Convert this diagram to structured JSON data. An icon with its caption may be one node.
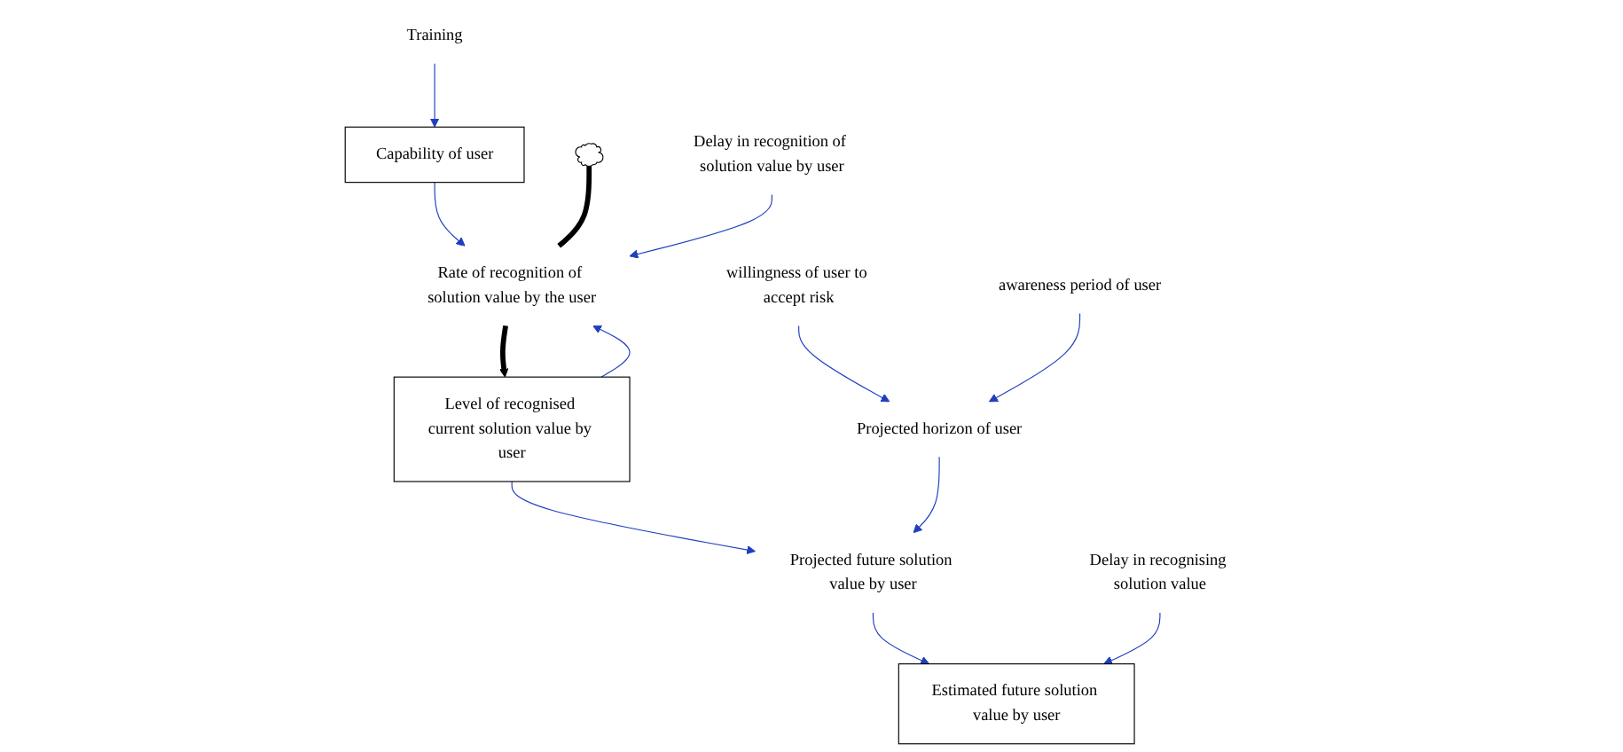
{
  "diagram": {
    "nodes": [
      {
        "text": [
          "Training"
        ]
      },
      {
        "text": [
          "Capability of user"
        ]
      },
      {
        "text": [],
        "shape": "cloud"
      },
      {
        "text": [
          "Rate of recognition of solution value by the user"
        ]
      },
      {
        "text": [
          "Delay in recognition of solution value by user"
        ]
      },
      {
        "text": [
          "Level of recognised current solution value by user"
        ]
      },
      {
        "text": [
          "Projected horizon of user"
        ]
      },
      {
        "text": [
          "Projected future solution value by user"
        ]
      },
      {
        "text": [
          "willingness of user to accept risk"
        ]
      },
      {
        "text": [
          "awareness period of user"
        ]
      },
      {
        "text": [
          "Estimated future solution value by user"
        ]
      },
      {
        "text": [
          "Delay in recognising solution value"
        ]
      }
    ],
    "edges": [
      {
        "from": 0,
        "to": 1,
        "arrow": "to"
      },
      {
        "from": 1,
        "to": 3,
        "arrow": "to"
      },
      {
        "from": 2,
        "to": 3,
        "arrow": "none",
        "style": "thick",
        "color": "#000000"
      },
      {
        "from": 3,
        "to": 5,
        "arrow": "to",
        "style": "thick",
        "color": "#000000"
      },
      {
        "from": 4,
        "to": 3,
        "arrow": "to"
      },
      {
        "from": 5,
        "to": 3,
        "arrow": "to"
      },
      {
        "from": 5,
        "to": 7,
        "arrow": "to"
      },
      {
        "from": 6,
        "to": 7,
        "arrow": "to"
      },
      {
        "from": 8,
        "to": 6,
        "arrow": "to"
      },
      {
        "from": 9,
        "to": 6,
        "arrow": "to"
      },
      {
        "from": 7,
        "to": 10,
        "arrow": "to"
      },
      {
        "from": 11,
        "to": 10,
        "arrow": "to"
      }
    ]
  }
}
